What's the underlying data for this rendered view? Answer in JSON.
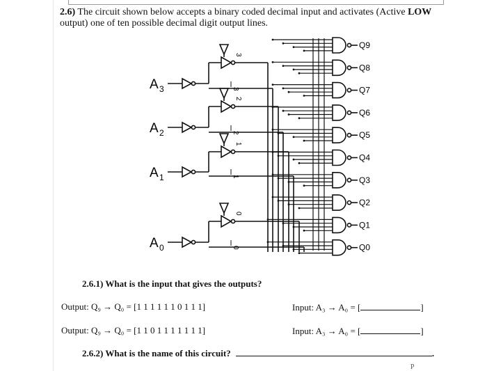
{
  "problem": {
    "number": "2.6)",
    "text_a": "The circuit shown below accepts a binary coded decimal input and activates (Active",
    "text_bold": "LOW",
    "text_b": "output) one of ten possible decimal digit output lines."
  },
  "circuit": {
    "inputs": [
      {
        "label": "A",
        "sub": "3",
        "bar_label": "3",
        "line_label": "3"
      },
      {
        "label": "A",
        "sub": "2",
        "bar_label": "2",
        "line_label": "2"
      },
      {
        "label": "A",
        "sub": "1",
        "bar_label": "1",
        "line_label": "1"
      },
      {
        "label": "A",
        "sub": "0",
        "bar_label": "0",
        "line_label": "0"
      }
    ],
    "outputs": [
      "Q9",
      "Q8",
      "Q7",
      "Q6",
      "Q5",
      "Q4",
      "Q3",
      "Q2",
      "Q1",
      "Q0"
    ]
  },
  "q1": {
    "title": "2.6.1) What is the input that gives the outputs?",
    "row1_output": "Output: Q₉ → Q₀ = [1  1  1  1  1  1  0  1  1  1]",
    "row1_input": "Input: A₃ → A₀ = [",
    "row1_close": "]",
    "row2_output": "Output: Q₉ → Q₀ = [1  1  0  1  1  1  1  1  1  1]",
    "row2_input": "Input: A₃ → A₀ = [",
    "row2_close": "]"
  },
  "q2": {
    "title": "2.6.2) What is the name of this circuit?",
    "end": "."
  },
  "footer": {
    "page": "P"
  }
}
